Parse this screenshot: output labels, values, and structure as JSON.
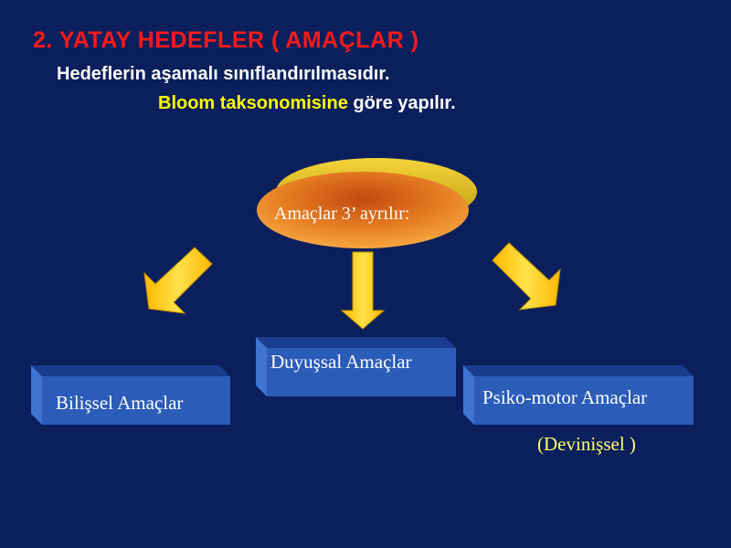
{
  "slide": {
    "title": "2. YATAY HEDEFLER ( AMAÇLAR )",
    "subtitle_line1": "Hedeflerin aşamalı sınıflandırılmasıdır.",
    "subtitle_line2_highlight": "Bloom taksonomisine",
    "subtitle_line2_rest": " göre yapılır."
  },
  "diagram": {
    "center_label": "Amaçlar 3’ ayrılır:",
    "boxes": [
      {
        "label": "Bilişsel Amaçlar"
      },
      {
        "label": "Duyuşsal Amaçlar"
      },
      {
        "label": "Psiko-motor Amaçlar"
      }
    ],
    "note": "(Devinişsel )"
  },
  "colors": {
    "background": "#0b1f5c",
    "title": "#ff1a1a",
    "highlight": "#ffff00",
    "box_front": "#2a5cb8",
    "arrow": "#ffd200",
    "oval": "#e8821a"
  }
}
